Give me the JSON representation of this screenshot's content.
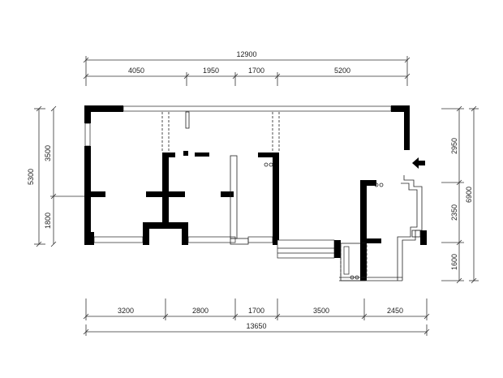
{
  "dimensions": {
    "top_total": "12900",
    "top_segments": [
      "4050",
      "1950",
      "1700",
      "5200"
    ],
    "bottom_segments": [
      "3200",
      "2800",
      "1700",
      "3500",
      "2450"
    ],
    "bottom_total": "13650",
    "left_total": "5300",
    "left_segments": [
      "3500",
      "1800"
    ],
    "right_total": "6900",
    "right_segments": [
      "2950",
      "2350",
      "1600"
    ]
  },
  "colors": {
    "wall": "#000000",
    "line": "#333333",
    "background": "#ffffff"
  },
  "icons": {
    "entrance": "entrance-arrow-icon"
  }
}
